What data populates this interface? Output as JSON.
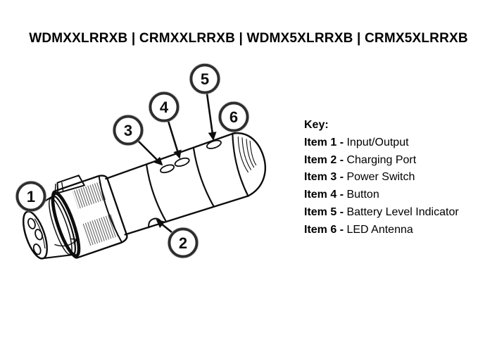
{
  "title": "WDMXXLRRXB | CRMXXLRRXB | WDMX5XLRRXB | CRMX5XLRRXB",
  "key": {
    "heading": "Key:",
    "items": [
      {
        "label": "Item 1 -",
        "description": "Input/Output"
      },
      {
        "label": "Item 2 -",
        "description": "Charging Port"
      },
      {
        "label": "Item 3 -",
        "description": "Power Switch"
      },
      {
        "label": "Item 4 -",
        "description": "Button"
      },
      {
        "label": "Item 5 -",
        "description": "Battery Level Indicator"
      },
      {
        "label": "Item 6 -",
        "description": "LED Antenna"
      }
    ]
  },
  "diagram": {
    "device_label": "xlr-barrel-device-line-drawing",
    "callouts": [
      {
        "number": "1"
      },
      {
        "number": "2"
      },
      {
        "number": "3"
      },
      {
        "number": "4"
      },
      {
        "number": "5"
      },
      {
        "number": "6"
      }
    ]
  },
  "colors": {
    "background": "#ffffff",
    "ink": "#0d0d0d",
    "callout_ring": "#2d2d2d"
  }
}
